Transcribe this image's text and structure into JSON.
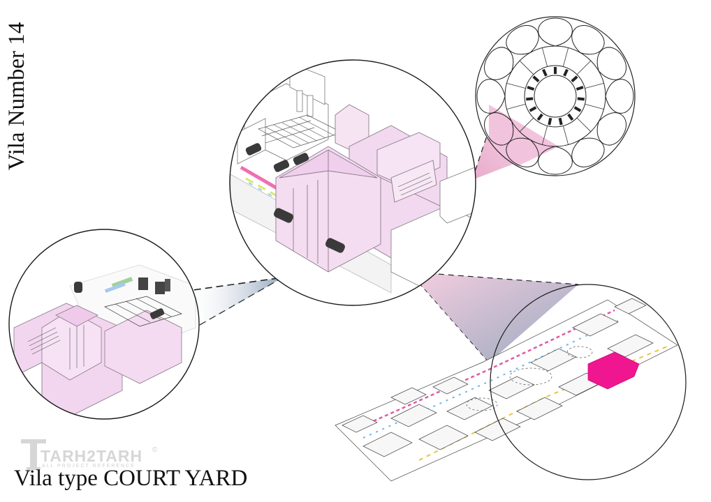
{
  "title_vertical": "Vila Number 14",
  "title_bottom": "Vila type COURT YARD",
  "logo": {
    "name": "TARH2TARH",
    "tagline": "ALL PROJECT REFERENCE",
    "reg": "©"
  },
  "colors": {
    "accent_pink": "#f0168f",
    "light_pink": "#f2d7ee",
    "callout_blue": "#8ea3bb",
    "callout_pink": "#e68fbe"
  }
}
